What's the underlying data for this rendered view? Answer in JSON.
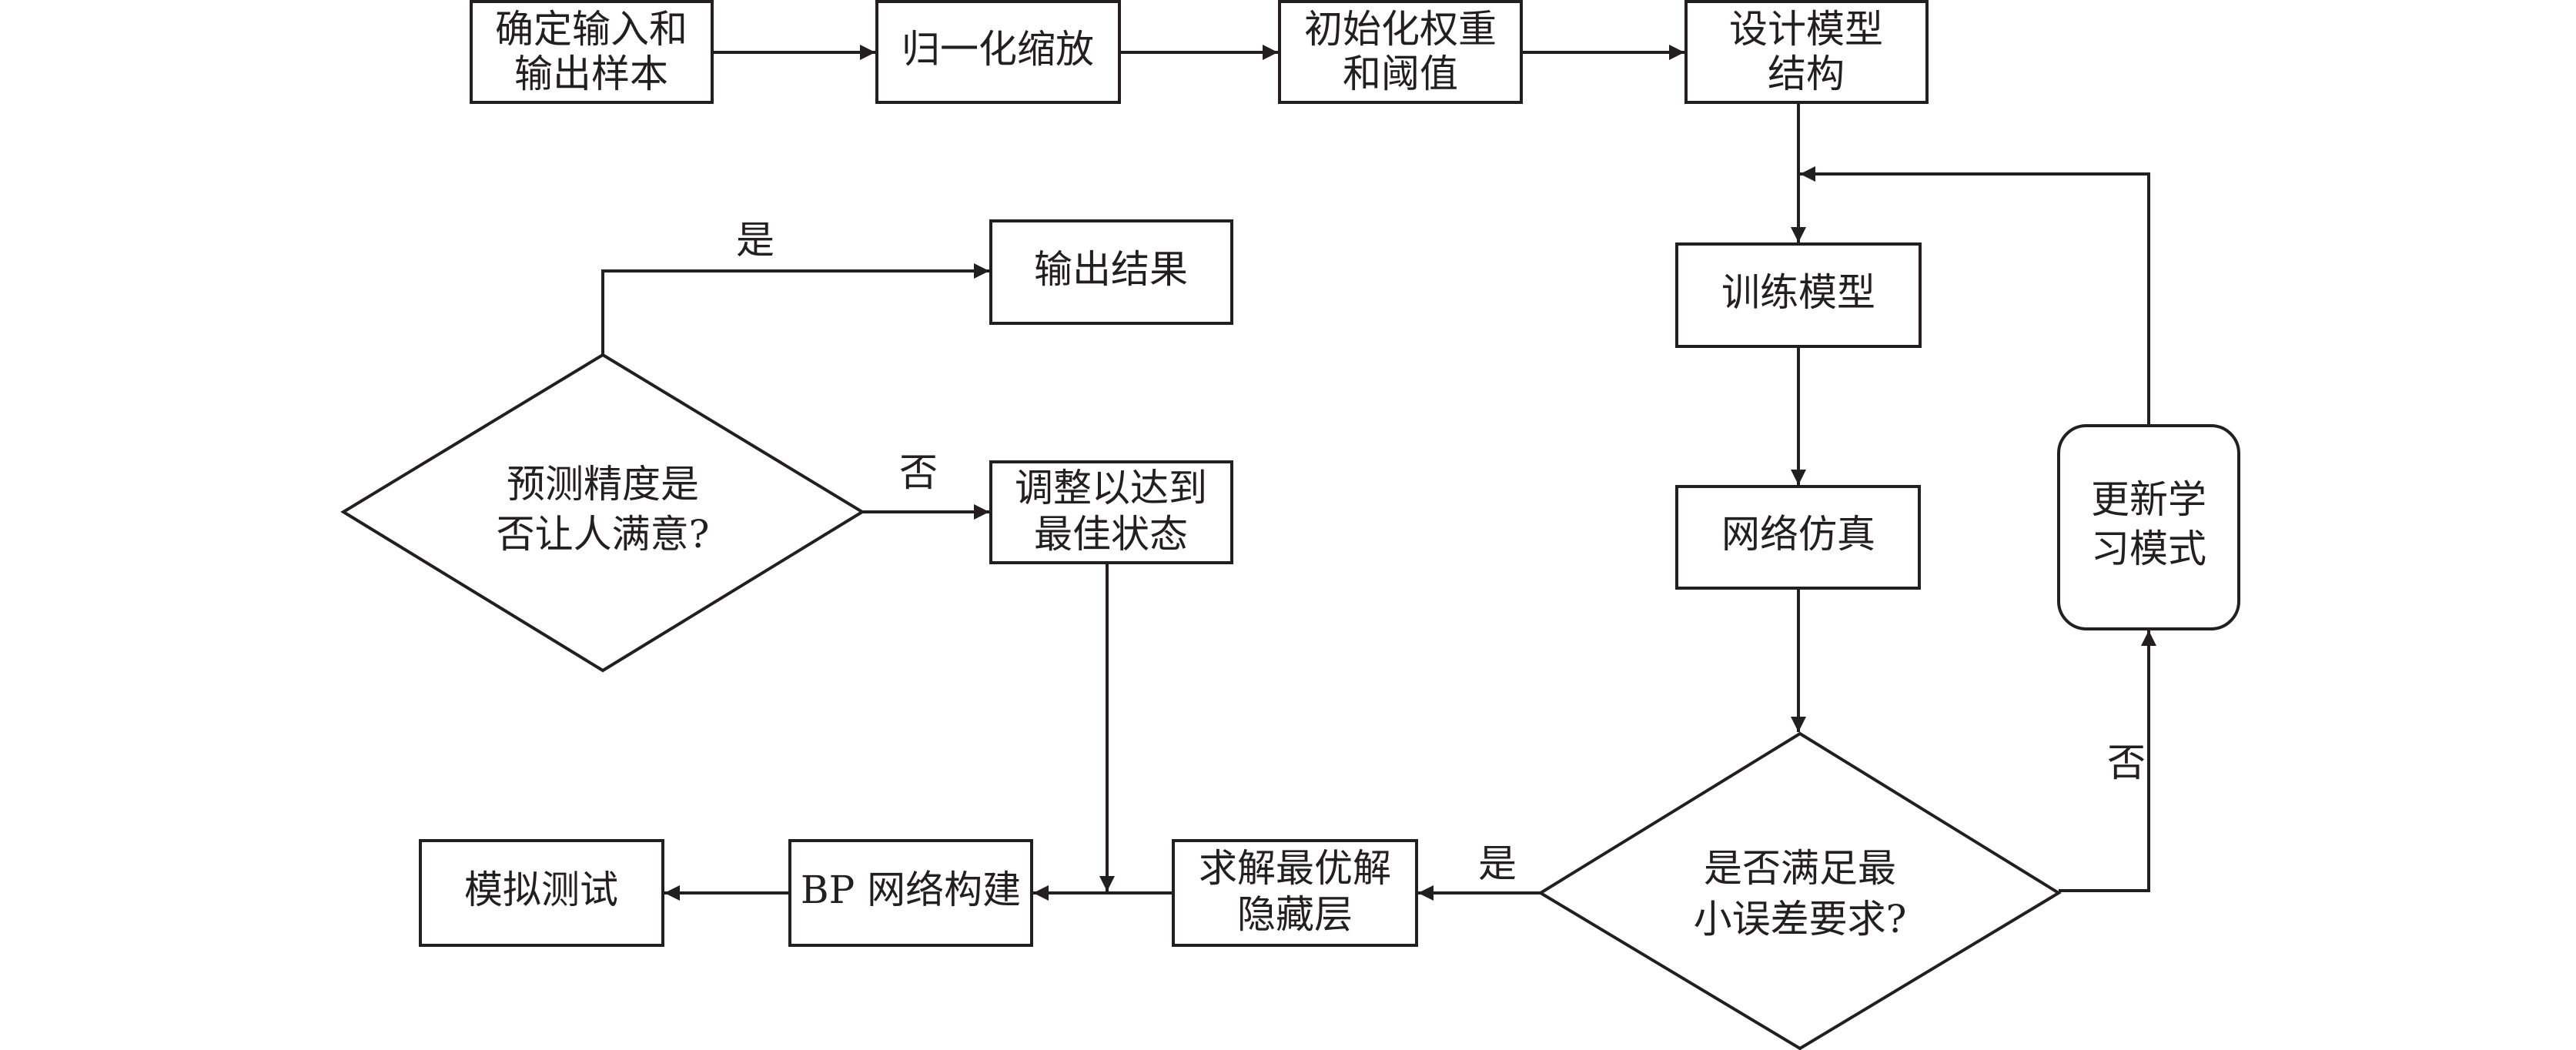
{
  "diagram": {
    "type": "flowchart",
    "colors": {
      "line": "#231f20",
      "background": "#ffffff"
    },
    "nodes": {
      "input_output_samples": {
        "shape": "rect",
        "lines": [
          "确定输入和",
          "输出样本"
        ]
      },
      "normalize_scale": {
        "shape": "rect",
        "lines": [
          "归一化缩放"
        ]
      },
      "init_weights_thresholds": {
        "shape": "rect",
        "lines": [
          "初始化权重",
          "和阈值"
        ]
      },
      "design_model_structure": {
        "shape": "rect",
        "lines": [
          "设计模型",
          "结构"
        ]
      },
      "train_model": {
        "shape": "rect",
        "lines": [
          "训练模型"
        ]
      },
      "network_simulation": {
        "shape": "rect",
        "lines": [
          "网络仿真"
        ]
      },
      "min_error_check": {
        "shape": "diamond",
        "lines": [
          "是否满足最",
          "小误差要求?"
        ]
      },
      "update_learning_mode": {
        "shape": "rounded-rect",
        "lines": [
          "更新学",
          "习模式"
        ]
      },
      "solve_optimal_hidden_layer": {
        "shape": "rect",
        "lines": [
          "求解最优解",
          "隐藏层"
        ]
      },
      "bp_network_build": {
        "shape": "rect",
        "lines": [
          "BP 网络构建"
        ]
      },
      "simulation_test": {
        "shape": "rect",
        "lines": [
          "模拟测试"
        ]
      },
      "accuracy_check": {
        "shape": "diamond",
        "lines": [
          "预测精度是",
          "否让人满意?"
        ]
      },
      "output_result": {
        "shape": "rect",
        "lines": [
          "输出结果"
        ]
      },
      "adjust_optimal_state": {
        "shape": "rect",
        "lines": [
          "调整以达到",
          "最佳状态"
        ]
      }
    },
    "edges": [
      {
        "from": "input_output_samples",
        "to": "normalize_scale",
        "label": ""
      },
      {
        "from": "normalize_scale",
        "to": "init_weights_thresholds",
        "label": ""
      },
      {
        "from": "init_weights_thresholds",
        "to": "design_model_structure",
        "label": ""
      },
      {
        "from": "design_model_structure",
        "to": "train_model",
        "label": ""
      },
      {
        "from": "train_model",
        "to": "network_simulation",
        "label": ""
      },
      {
        "from": "network_simulation",
        "to": "min_error_check",
        "label": ""
      },
      {
        "from": "min_error_check",
        "to": "update_learning_mode",
        "label": "否"
      },
      {
        "from": "update_learning_mode",
        "to": "train_model",
        "label": ""
      },
      {
        "from": "min_error_check",
        "to": "solve_optimal_hidden_layer",
        "label": "是"
      },
      {
        "from": "solve_optimal_hidden_layer",
        "to": "bp_network_build",
        "label": ""
      },
      {
        "from": "adjust_optimal_state",
        "to": "bp_network_build",
        "label": ""
      },
      {
        "from": "bp_network_build",
        "to": "simulation_test",
        "label": ""
      },
      {
        "from": "accuracy_check",
        "to": "output_result",
        "label": "是"
      },
      {
        "from": "accuracy_check",
        "to": "adjust_optimal_state",
        "label": "否"
      }
    ],
    "edge_labels": {
      "min_error_yes": "是",
      "min_error_no": "否",
      "accuracy_yes": "是",
      "accuracy_no": "否"
    }
  }
}
